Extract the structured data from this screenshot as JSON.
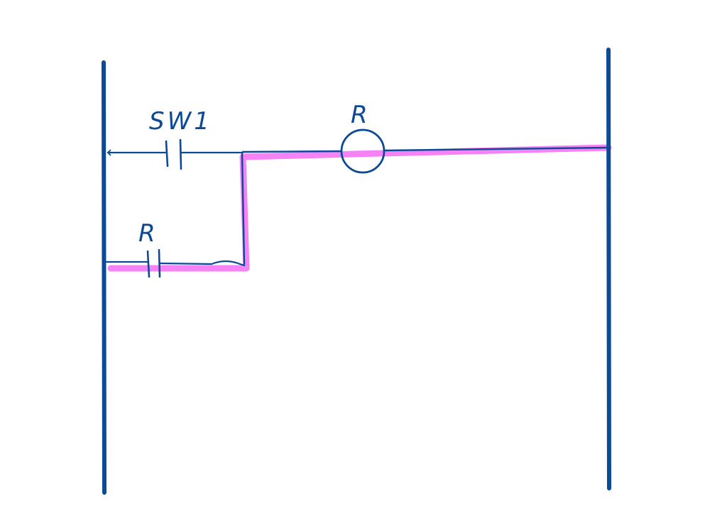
{
  "diagram": {
    "labels": {
      "switch_contact": "SW1",
      "relay_coil": "R",
      "latch_contact": "R"
    },
    "colors": {
      "ink": "#0d4a96",
      "highlight": "#f47cf4",
      "background": "#ffffff"
    },
    "elements": [
      "left-power-rail",
      "right-power-rail",
      "sw1-normally-open-contact",
      "relay-coil-r",
      "r-latch-contact",
      "energized-path-highlight"
    ]
  }
}
